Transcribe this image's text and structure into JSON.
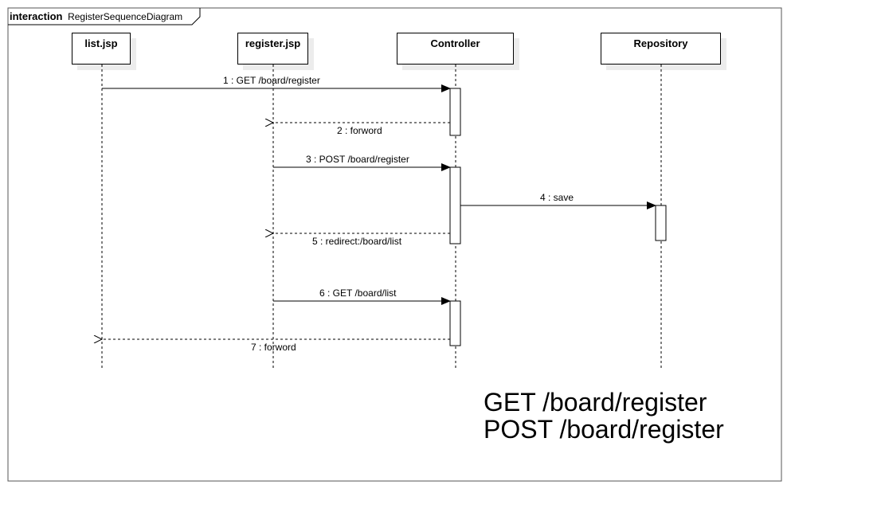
{
  "frame": {
    "keyword": "interaction",
    "name": "RegisterSequenceDiagram"
  },
  "lifelines": [
    {
      "id": "list",
      "label": "list.jsp"
    },
    {
      "id": "register",
      "label": "register.jsp"
    },
    {
      "id": "controller",
      "label": "Controller"
    },
    {
      "id": "repository",
      "label": "Repository"
    }
  ],
  "messages": [
    {
      "id": "m1",
      "label": "1 : GET /board/register",
      "from": "list",
      "to": "controller",
      "kind": "sync"
    },
    {
      "id": "m2",
      "label": "2 : forword",
      "from": "controller",
      "to": "register",
      "kind": "reply"
    },
    {
      "id": "m3",
      "label": "3 : POST /board/register",
      "from": "register",
      "to": "controller",
      "kind": "sync"
    },
    {
      "id": "m4",
      "label": "4 : save",
      "from": "controller",
      "to": "repository",
      "kind": "sync"
    },
    {
      "id": "m5",
      "label": "5 : redirect:/board/list",
      "from": "controller",
      "to": "register",
      "kind": "reply"
    },
    {
      "id": "m6",
      "label": "6 : GET /board/list",
      "from": "register",
      "to": "controller",
      "kind": "sync"
    },
    {
      "id": "m7",
      "label": "7 : forword",
      "from": "controller",
      "to": "list",
      "kind": "reply"
    }
  ],
  "note": {
    "line1": "GET /board/register",
    "line2": "POST /board/register"
  }
}
